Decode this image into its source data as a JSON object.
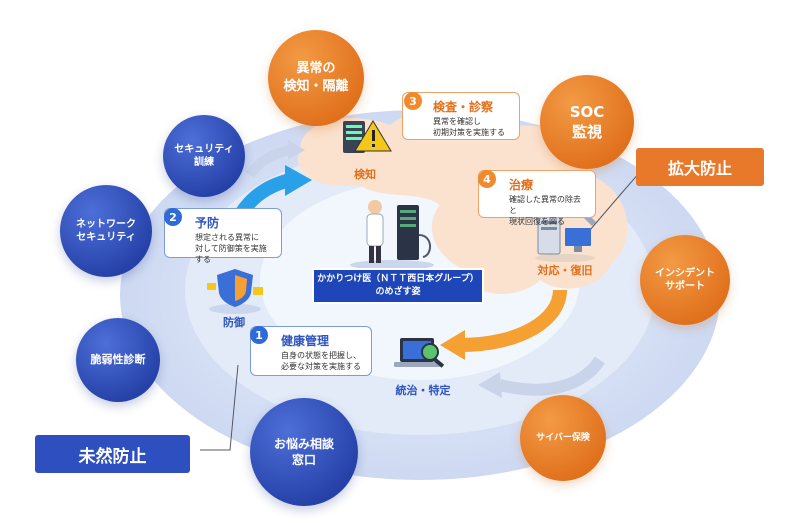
{
  "outer_services": {
    "security_training": "セキュリティ\n訓練",
    "network_security": "ネットワーク\nセキュリティ",
    "vulnerability_diagnosis": "脆弱性診断",
    "consultation_desk": "お悩み相談\n窓口",
    "anomaly_detection": "異常の\n検知・隔離",
    "soc_monitoring": "SOC\n監視",
    "incident_support": "インシデント\nサポート",
    "cyber_insurance": "サイバー保険"
  },
  "labels": {
    "prevention_before": "未然防止",
    "spread_prevention": "拡大防止"
  },
  "center": {
    "title": "かかりつけ医（ＮＴＴ西日本グループ）\nのめざす姿"
  },
  "steps": [
    {
      "num": "1",
      "title": "健康管理",
      "desc": "自身の状態を把握し、\n必要な対策を実施する"
    },
    {
      "num": "2",
      "title": "予防",
      "desc": "想定される異常に\n対して防御策を実施する"
    },
    {
      "num": "3",
      "title": "検査・診察",
      "desc": "異常を確認し\n初期対策を実施する"
    },
    {
      "num": "4",
      "title": "治療",
      "desc": "確認した異常の除去と\n現状回復を図る"
    }
  ],
  "stages": {
    "detection": "検知",
    "defense": "防御",
    "response": "対応・復旧",
    "identification": "統治・特定"
  },
  "colors": {
    "blue": "#2541a8",
    "orange": "#e0701c",
    "light_blue": "#dbe6f7"
  }
}
